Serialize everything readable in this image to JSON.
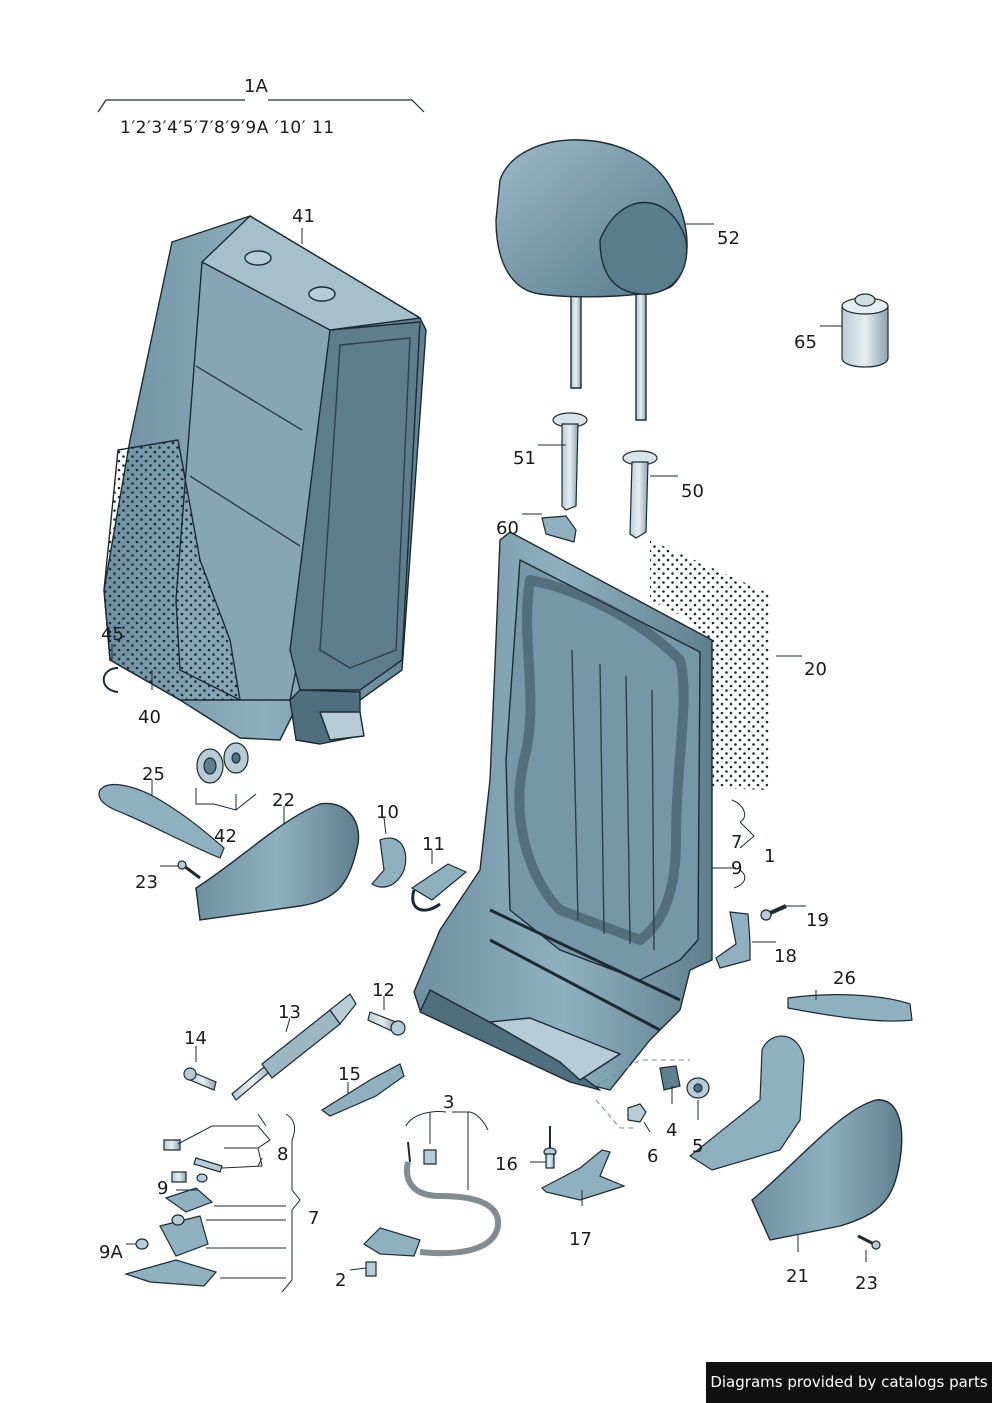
{
  "group_header": {
    "label": "1A",
    "sequence": "1′2′3′4′5′7′8′9′9A  ′10′ 11"
  },
  "callouts": [
    {
      "id": "c41",
      "text": "41"
    },
    {
      "id": "c52",
      "text": "52"
    },
    {
      "id": "c65",
      "text": "65"
    },
    {
      "id": "c51",
      "text": "51"
    },
    {
      "id": "c50",
      "text": "50"
    },
    {
      "id": "c60",
      "text": "60"
    },
    {
      "id": "c20",
      "text": "20"
    },
    {
      "id": "c45",
      "text": "45"
    },
    {
      "id": "c40",
      "text": "40"
    },
    {
      "id": "c25",
      "text": "25"
    },
    {
      "id": "c22",
      "text": "22"
    },
    {
      "id": "c42",
      "text": "42"
    },
    {
      "id": "c10",
      "text": "10"
    },
    {
      "id": "c11",
      "text": "11"
    },
    {
      "id": "c7a",
      "text": "7"
    },
    {
      "id": "c1",
      "text": "1"
    },
    {
      "id": "c9a",
      "text": "9"
    },
    {
      "id": "c23a",
      "text": "23"
    },
    {
      "id": "c19",
      "text": "19"
    },
    {
      "id": "c18",
      "text": "18"
    },
    {
      "id": "c26",
      "text": "26"
    },
    {
      "id": "c12",
      "text": "12"
    },
    {
      "id": "c13",
      "text": "13"
    },
    {
      "id": "c14",
      "text": "14"
    },
    {
      "id": "c15",
      "text": "15"
    },
    {
      "id": "c3",
      "text": "3"
    },
    {
      "id": "c4",
      "text": "4"
    },
    {
      "id": "c5",
      "text": "5"
    },
    {
      "id": "c6",
      "text": "6"
    },
    {
      "id": "c16",
      "text": "16"
    },
    {
      "id": "c8",
      "text": "8"
    },
    {
      "id": "c9b",
      "text": "9"
    },
    {
      "id": "c7b",
      "text": "7"
    },
    {
      "id": "c9A",
      "text": "9A"
    },
    {
      "id": "c2",
      "text": "2"
    },
    {
      "id": "c17",
      "text": "17"
    },
    {
      "id": "c21",
      "text": "21"
    },
    {
      "id": "c23b",
      "text": "23"
    }
  ],
  "footer": {
    "credit": "Diagrams provided by catalogs parts"
  },
  "colors": {
    "part_fill": "#7fa0b0",
    "part_light": "#b7ccd6",
    "part_dark": "#4f6e7e",
    "outline": "#1c2b33",
    "dots": "#1c2b33",
    "footer_bg": "#101010"
  }
}
